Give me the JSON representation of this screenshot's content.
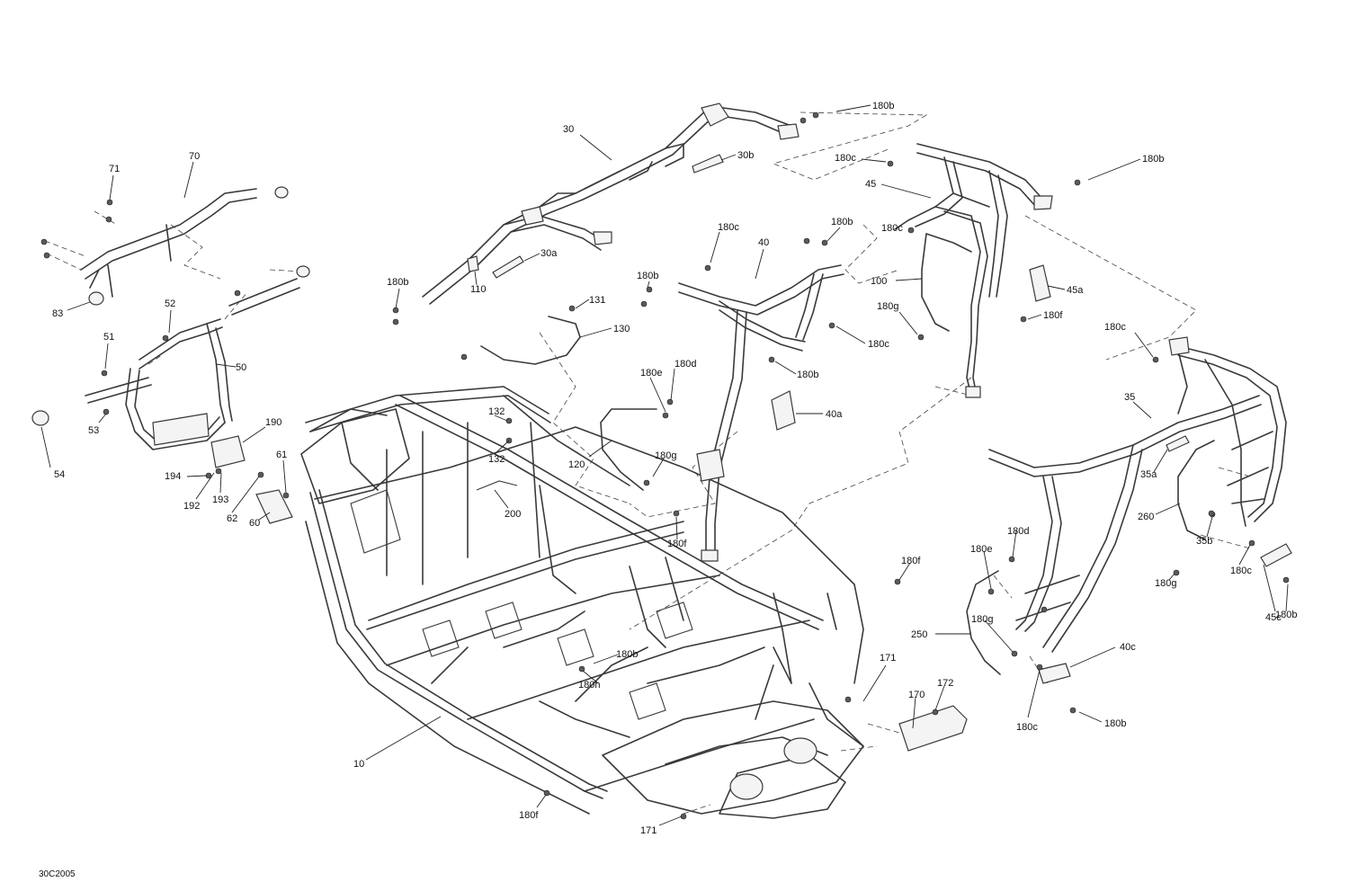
{
  "diagram_code": "30C2005",
  "callouts": [
    {
      "id": "180b_a",
      "text": "180b"
    },
    {
      "id": "30",
      "text": "30"
    },
    {
      "id": "30b",
      "text": "30b"
    },
    {
      "id": "180c_a",
      "text": "180c"
    },
    {
      "id": "180b_b",
      "text": "180b"
    },
    {
      "id": "45",
      "text": "45"
    },
    {
      "id": "71",
      "text": "71"
    },
    {
      "id": "70",
      "text": "70"
    },
    {
      "id": "180c_b",
      "text": "180c"
    },
    {
      "id": "180b_c",
      "text": "180b"
    },
    {
      "id": "40",
      "text": "40"
    },
    {
      "id": "180c_c",
      "text": "180c"
    },
    {
      "id": "30a",
      "text": "30a"
    },
    {
      "id": "180b_d",
      "text": "180b"
    },
    {
      "id": "180b_e",
      "text": "180b"
    },
    {
      "id": "100",
      "text": "100"
    },
    {
      "id": "45a",
      "text": "45a"
    },
    {
      "id": "110",
      "text": "110"
    },
    {
      "id": "83",
      "text": "83"
    },
    {
      "id": "52",
      "text": "52"
    },
    {
      "id": "131",
      "text": "131"
    },
    {
      "id": "180g_a",
      "text": "180g"
    },
    {
      "id": "180f_a",
      "text": "180f"
    },
    {
      "id": "130",
      "text": "130"
    },
    {
      "id": "180c_d",
      "text": "180c"
    },
    {
      "id": "180c_e",
      "text": "180c"
    },
    {
      "id": "51",
      "text": "51"
    },
    {
      "id": "50",
      "text": "50"
    },
    {
      "id": "180b_f",
      "text": "180b"
    },
    {
      "id": "180d_a",
      "text": "180d"
    },
    {
      "id": "180e_a",
      "text": "180e"
    },
    {
      "id": "35",
      "text": "35"
    },
    {
      "id": "40a",
      "text": "40a"
    },
    {
      "id": "132_a",
      "text": "132"
    },
    {
      "id": "53",
      "text": "53"
    },
    {
      "id": "190",
      "text": "190"
    },
    {
      "id": "54",
      "text": "54"
    },
    {
      "id": "61",
      "text": "61"
    },
    {
      "id": "132_b",
      "text": "132"
    },
    {
      "id": "180g_b",
      "text": "180g"
    },
    {
      "id": "35a",
      "text": "35a"
    },
    {
      "id": "120",
      "text": "120"
    },
    {
      "id": "194",
      "text": "194"
    },
    {
      "id": "192",
      "text": "192"
    },
    {
      "id": "193",
      "text": "193"
    },
    {
      "id": "200",
      "text": "200"
    },
    {
      "id": "260",
      "text": "260"
    },
    {
      "id": "62",
      "text": "62"
    },
    {
      "id": "60",
      "text": "60"
    },
    {
      "id": "180f_b",
      "text": "180f"
    },
    {
      "id": "35b",
      "text": "35b"
    },
    {
      "id": "180d_b",
      "text": "180d"
    },
    {
      "id": "180e_b",
      "text": "180e"
    },
    {
      "id": "180c_f",
      "text": "180c"
    },
    {
      "id": "180f_c",
      "text": "180f"
    },
    {
      "id": "180g_c",
      "text": "180g"
    },
    {
      "id": "45c",
      "text": "45c"
    },
    {
      "id": "180b_g",
      "text": "180b"
    },
    {
      "id": "180g_d",
      "text": "180g"
    },
    {
      "id": "250",
      "text": "250"
    },
    {
      "id": "40c",
      "text": "40c"
    },
    {
      "id": "180b_h",
      "text": "180b"
    },
    {
      "id": "171_a",
      "text": "171"
    },
    {
      "id": "180h",
      "text": "180h"
    },
    {
      "id": "172",
      "text": "172"
    },
    {
      "id": "170",
      "text": "170"
    },
    {
      "id": "180c_g",
      "text": "180c"
    },
    {
      "id": "180b_i",
      "text": "180b"
    },
    {
      "id": "10",
      "text": "10"
    },
    {
      "id": "180f_d",
      "text": "180f"
    },
    {
      "id": "171_b",
      "text": "171"
    }
  ]
}
